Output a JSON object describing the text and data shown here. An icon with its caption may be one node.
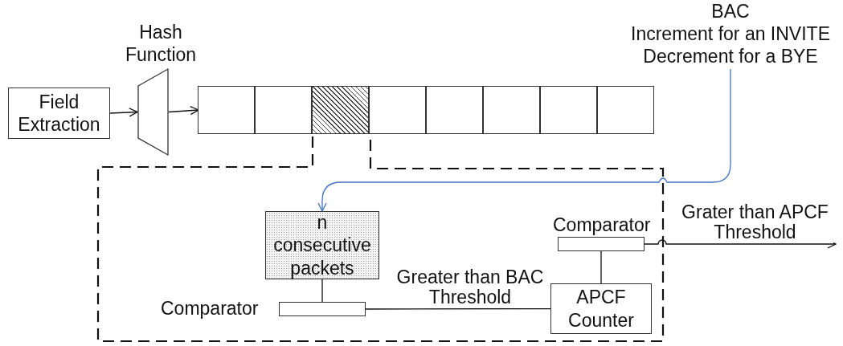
{
  "diagram": {
    "nodes": [
      {
        "text": [
          "Field Extraction"
        ]
      },
      {
        "text": [
          "Hash Function"
        ]
      },
      {
        "text": [],
        "shape": "box"
      },
      {
        "text": [],
        "shape": "box"
      },
      {
        "text": [],
        "shape": "box"
      },
      {
        "text": [],
        "shape": "box"
      },
      {
        "text": [],
        "shape": "box"
      },
      {
        "text": [],
        "shape": "box"
      },
      {
        "text": [],
        "shape": "box"
      },
      {
        "text": [],
        "shape": "box"
      },
      {
        "text": [
          "BAC",
          "Increment for an INVITE Decrement for a BYE"
        ]
      },
      {
        "text": [
          "n consecutive packets"
        ]
      },
      {
        "text": [
          "Comparator"
        ]
      },
      {
        "text": [
          "Comparator"
        ]
      },
      {
        "text": [
          "APCF Counter"
        ]
      }
    ],
    "edges": [
      {
        "from": 0,
        "to": 1,
        "arrow": "to"
      },
      {
        "from": 1,
        "to": 2,
        "arrow": "to"
      },
      {
        "from": 10,
        "to": 11,
        "arrow": "to",
        "color": "#4472c4"
      },
      {
        "from": 11,
        "to": 13,
        "arrow": "none"
      },
      {
        "from": 13,
        "to": 14,
        "arrow": "none",
        "label": "Greater than BAC Threshold"
      },
      {
        "from": 14,
        "to": 12,
        "arrow": "none"
      },
      {
        "from": 12,
        "to": null,
        "arrow": "to",
        "label": "Grater than APCF Threshold"
      }
    ]
  }
}
